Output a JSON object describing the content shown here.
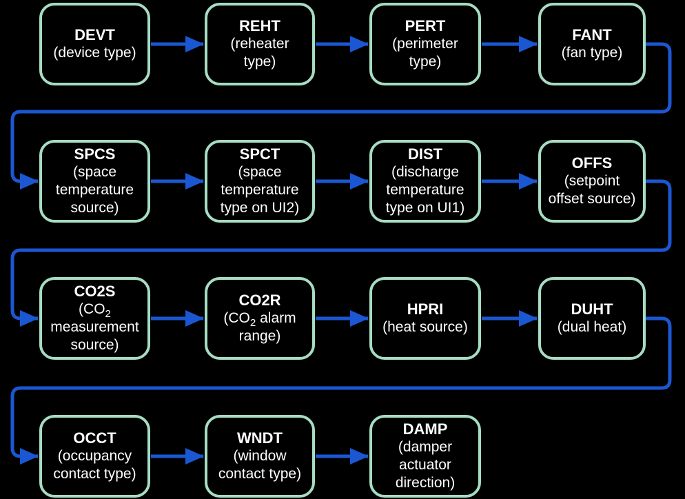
{
  "colors": {
    "background": "#000000",
    "box_fill": "#000000",
    "box_border": "#a6dcc2",
    "arrow": "#1b57d2",
    "text": "#ffffff"
  },
  "flow": {
    "sequence": [
      "DEVT",
      "REHT",
      "PERT",
      "FANT",
      "SPCS",
      "SPCT",
      "DIST",
      "OFFS",
      "CO2S",
      "CO2R",
      "HPRI",
      "DUHT",
      "OCCT",
      "WNDT",
      "DAMP"
    ],
    "rows": [
      {
        "nodes": [
          {
            "title": "DEVT",
            "desc": "(device type)"
          },
          {
            "title": "REHT",
            "desc": "(reheater\ntype)"
          },
          {
            "title": "PERT",
            "desc": "(perimeter\ntype)"
          },
          {
            "title": "FANT",
            "desc": "(fan type)"
          }
        ]
      },
      {
        "nodes": [
          {
            "title": "SPCS",
            "desc": "(space\ntemperature\nsource)"
          },
          {
            "title": "SPCT",
            "desc": "(space\ntemperature\ntype on UI2)"
          },
          {
            "title": "DIST",
            "desc": "(discharge\ntemperature\ntype on UI1)"
          },
          {
            "title": "OFFS",
            "desc": "(setpoint\noffset source)"
          }
        ]
      },
      {
        "nodes": [
          {
            "title": "CO2S",
            "desc_pre": "(CO",
            "desc_sub": "2",
            "desc_post": "\nmeasurement\nsource)"
          },
          {
            "title": "CO2R",
            "desc_pre": "(CO",
            "desc_sub": "2",
            "desc_post": " alarm\nrange)"
          },
          {
            "title": "HPRI",
            "desc": "(heat source)"
          },
          {
            "title": "DUHT",
            "desc": "(dual heat)"
          }
        ]
      },
      {
        "nodes": [
          {
            "title": "OCCT",
            "desc": "(occupancy\ncontact type)"
          },
          {
            "title": "WNDT",
            "desc": "(window\ncontact type)"
          },
          {
            "title": "DAMP",
            "desc": "(damper\nactuator\ndirection)"
          }
        ]
      }
    ]
  }
}
